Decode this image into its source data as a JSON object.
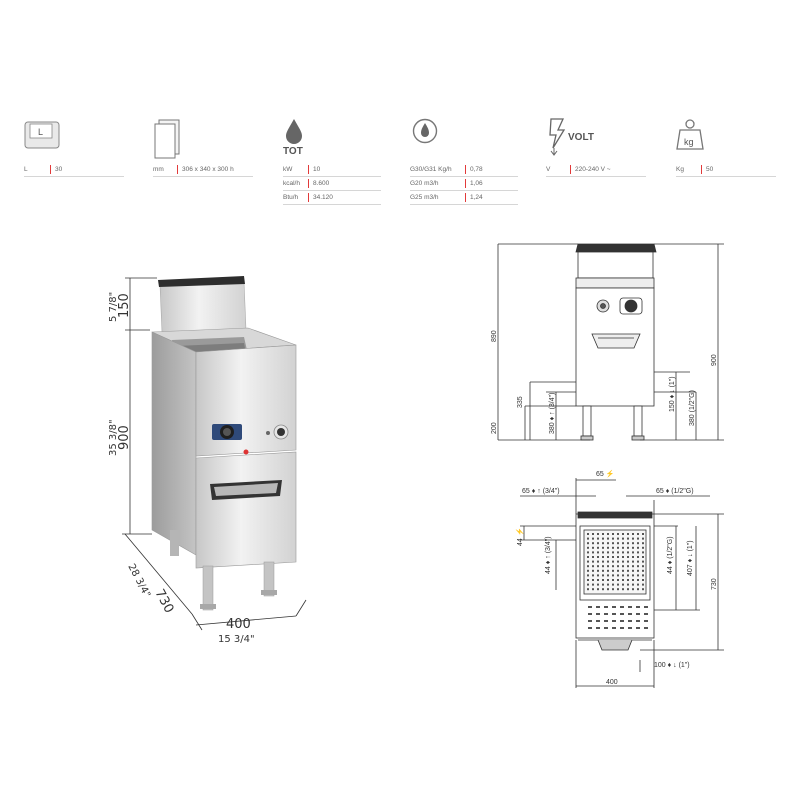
{
  "specs": {
    "capacity": {
      "icon": "tank-icon",
      "icon_letter": "L",
      "rows": [
        {
          "label": "L",
          "value": "30"
        }
      ]
    },
    "dimensions": {
      "icon": "basket-icon",
      "rows": [
        {
          "label": "mm",
          "value": "306 x 340 x 300 h"
        }
      ]
    },
    "power": {
      "icon": "oil-drop-icon",
      "heading": "TOT",
      "rows": [
        {
          "label": "kW",
          "value": "10"
        },
        {
          "label": "kcal/h",
          "value": "8.600"
        },
        {
          "label": "Btu/h",
          "value": "34.120"
        }
      ]
    },
    "gas": {
      "icon": "gas-flame-icon",
      "rows": [
        {
          "label": "G30/G31 Kg/h",
          "value": "0,78"
        },
        {
          "label": "G20 m3/h",
          "value": "1,06"
        },
        {
          "label": "G25 m3/h",
          "value": "1,24"
        }
      ]
    },
    "voltage": {
      "icon": "lightning-icon",
      "heading": "VOLT",
      "rows": [
        {
          "label": "V",
          "value": "220-240 V ~"
        }
      ]
    },
    "weight": {
      "icon": "weight-icon",
      "icon_text": "kg",
      "rows": [
        {
          "label": "Kg",
          "value": "50"
        }
      ]
    }
  },
  "product_dims": {
    "h_top_mm": "150",
    "h_top_in": "5 7/8\"",
    "h_total_mm": "900",
    "h_total_in": "35 3/8\"",
    "depth_mm": "730",
    "depth_in": "28 3/4\"",
    "width_mm": "400",
    "width_in": "15 3/4\""
  },
  "front_drawing": {
    "h890": "890",
    "h900": "900",
    "h200": "200",
    "h335": "335",
    "lbl_380_34": "380 ♦ ↑ (3/4\")",
    "lbl_150_1": "150 ♦ ↓ (1\")",
    "lbl_380_12g": "380 (1/2\"G)"
  },
  "top_drawing": {
    "lbl_65_top": "65 ⚡",
    "lbl_65_left": "65 ♦ ↑ (3/4\")",
    "lbl_65_right": "65 ♦ (1/2\"G)",
    "lbl_44a": "44 ⚡",
    "lbl_44b": "44 ♦ ↑ (3/4\")",
    "lbl_44c": "44 ♦ (1/2\"G)",
    "lbl_407": "407 ♦ ↓ (1\")",
    "h730": "730",
    "lbl_100": "100 ♦ ↓ (1\")",
    "w400": "400"
  }
}
